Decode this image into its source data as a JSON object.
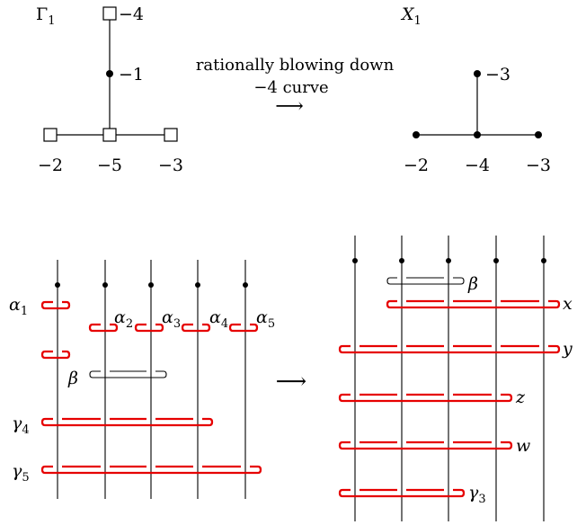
{
  "top": {
    "gamma_label": "Γ",
    "gamma_sub": "1",
    "x_label": "X",
    "x_sub": "1",
    "gamma_weights": {
      "top": "−4",
      "middle": "−1",
      "left": "−2",
      "center": "−5",
      "right": "−3"
    },
    "x_weights": {
      "top": "−3",
      "left": "−2",
      "center": "−4",
      "right": "−3"
    },
    "arrow_text_1": "rationally blowing down",
    "arrow_text_2": "−4 curve",
    "arrow_glyph": "⟶"
  },
  "bottom": {
    "arrow_glyph": "⟶",
    "left_labels": {
      "alpha1": {
        "base": "α",
        "sub": "1"
      },
      "alpha2": {
        "base": "α",
        "sub": "2"
      },
      "alpha3": {
        "base": "α",
        "sub": "3"
      },
      "alpha4": {
        "base": "α",
        "sub": "4"
      },
      "alpha5": {
        "base": "α",
        "sub": "5"
      },
      "beta": "β",
      "gamma4": {
        "base": "γ",
        "sub": "4"
      },
      "gamma5": {
        "base": "γ",
        "sub": "5"
      }
    },
    "right_labels": {
      "beta": "β",
      "x": "x",
      "y": "y",
      "z": "z",
      "w": "w",
      "gamma3": {
        "base": "γ",
        "sub": "3"
      }
    }
  },
  "colors": {
    "curve": "#e60000",
    "ink": "#000000"
  }
}
